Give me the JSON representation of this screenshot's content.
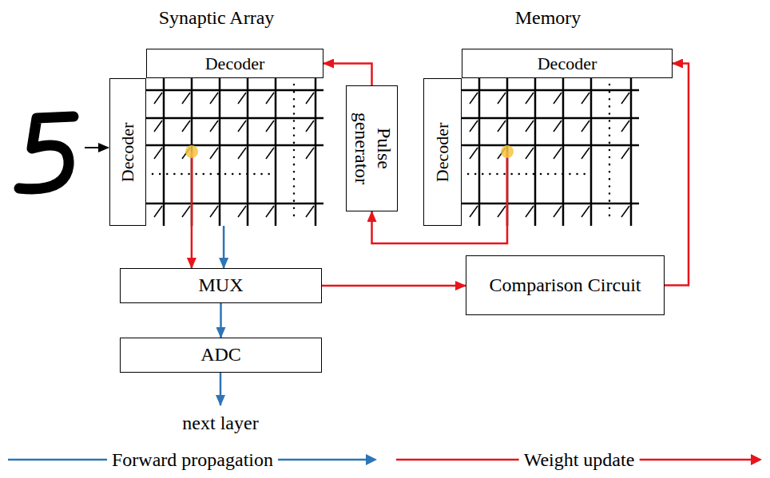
{
  "diagram": {
    "nodes": [
      {
        "text": [
          "Synaptic Array"
        ]
      },
      {
        "text": [
          "Decoder"
        ],
        "in": 0
      },
      {
        "text": [
          "Decoder"
        ],
        "in": 0
      },
      {
        "text": [
          "Pulse generator"
        ]
      },
      {
        "text": [
          "Memory"
        ]
      },
      {
        "text": [
          "Decoder"
        ],
        "in": 4
      },
      {
        "text": [
          "Decoder"
        ],
        "in": 4
      },
      {
        "text": [
          "MUX"
        ]
      },
      {
        "text": [
          "Comparison Circuit"
        ]
      },
      {
        "text": [
          "ADC"
        ]
      }
    ],
    "edges": [
      {
        "from": 3,
        "to": 1,
        "arrow": "to"
      },
      {
        "from": 4,
        "to": 3,
        "arrow": "to"
      },
      {
        "from": 8,
        "to": 5,
        "arrow": "to"
      },
      {
        "from": 0,
        "to": 7,
        "arrow": "to"
      },
      {
        "from": 0,
        "to": 7,
        "arrow": "to"
      },
      {
        "from": 7,
        "to": 8,
        "arrow": "to"
      },
      {
        "from": 7,
        "to": 9,
        "arrow": "to"
      }
    ],
    "labels": [
      "next layer"
    ],
    "legend": [
      {
        "text": "Forward propagation"
      },
      {
        "text": "Weight update"
      }
    ]
  }
}
